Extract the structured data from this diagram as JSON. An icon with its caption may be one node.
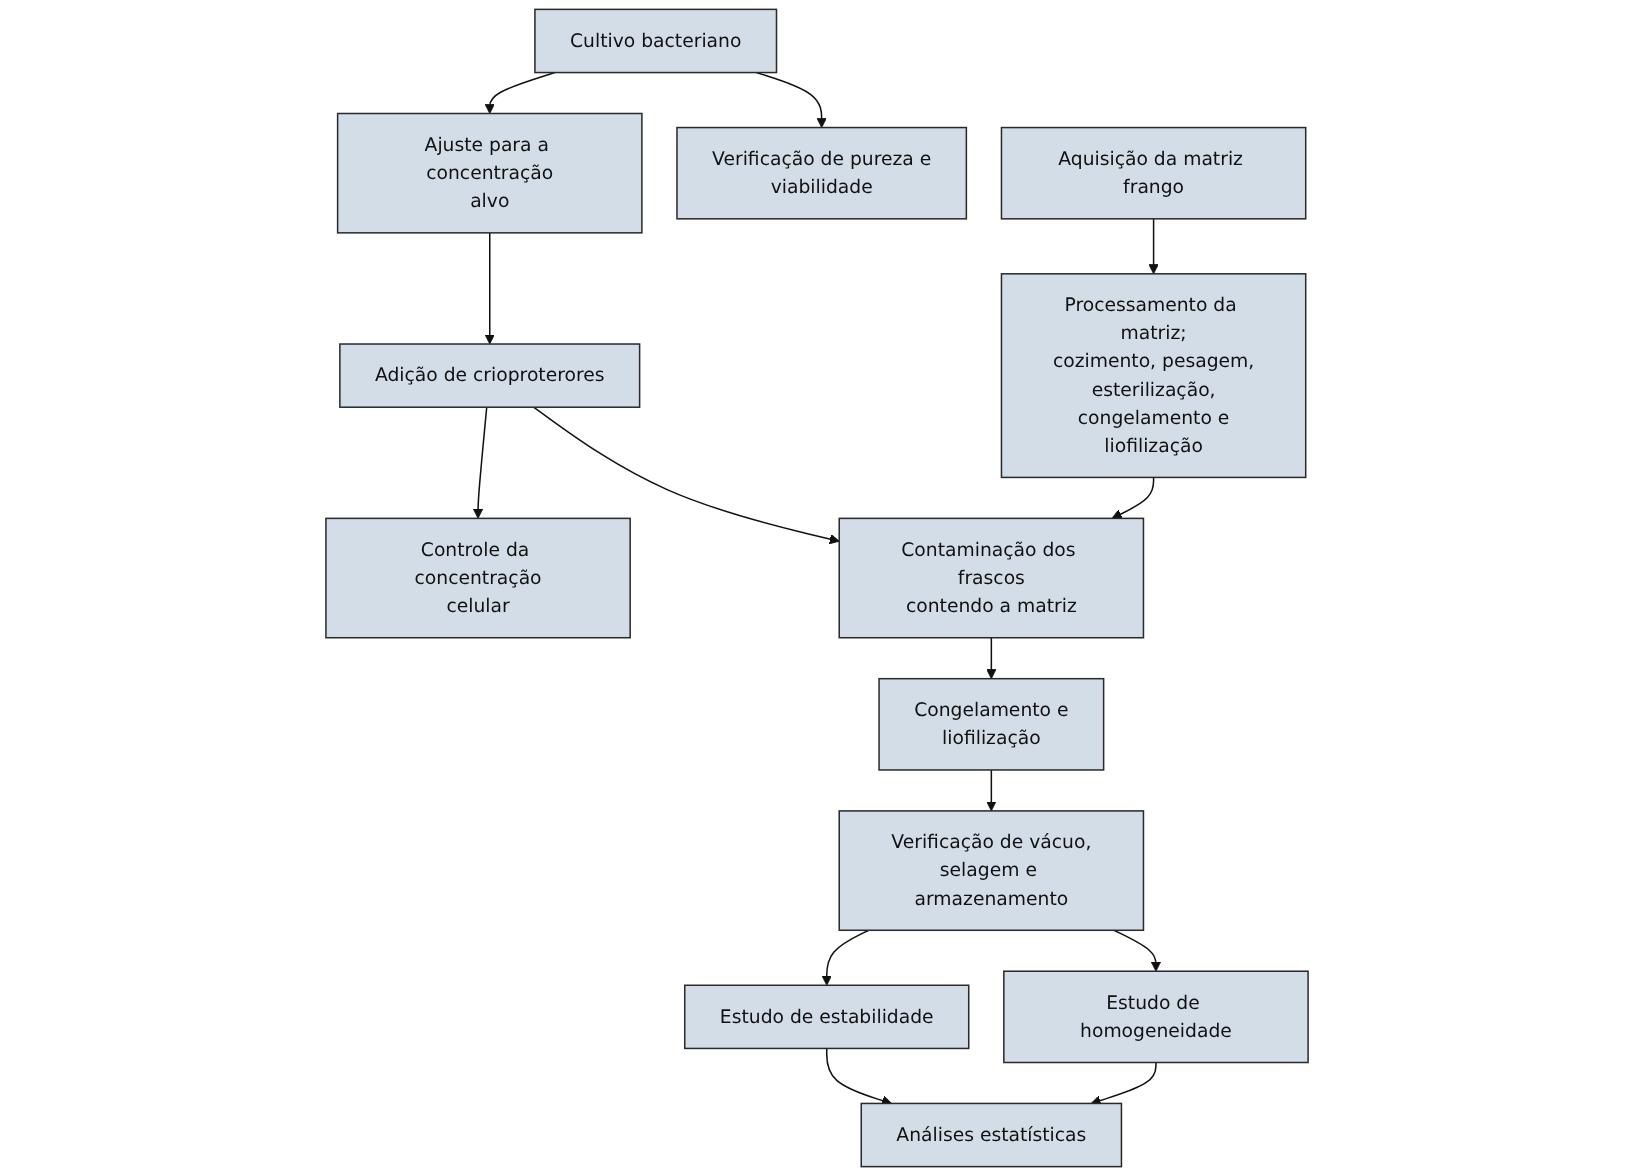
{
  "diagram": {
    "nodes": [
      {
        "text": [
          "Aquisição da matriz frango"
        ]
      },
      {
        "text": [
          "Processamento da matriz; cozimento, pesagem, esterilização, congelamento e liofilização"
        ]
      },
      {
        "text": [
          "Cultivo bacteriano"
        ]
      },
      {
        "text": [
          "Verificação de pureza e viabilidade"
        ]
      },
      {
        "text": [
          "Ajuste para a concentração alvo"
        ]
      },
      {
        "text": [
          "Adição de crioproterores"
        ]
      },
      {
        "text": [
          "Controle da concentração celular"
        ]
      },
      {
        "text": [
          "Contaminação dos frascos contendo a matriz"
        ]
      },
      {
        "text": [
          "Congelamento e liofilização"
        ]
      },
      {
        "text": [
          "Verificação de vácuo, selagem e armazenamento"
        ]
      },
      {
        "text": [
          "Estudo de homogeneidade"
        ]
      },
      {
        "text": [
          "Estudo de estabilidade"
        ]
      },
      {
        "text": [
          "Análises estatísticas"
        ]
      }
    ],
    "edges": [
      {
        "from": 0,
        "to": 1,
        "arrow": "to"
      },
      {
        "from": 1,
        "to": 7,
        "arrow": "to"
      },
      {
        "from": 2,
        "to": 3,
        "arrow": "to"
      },
      {
        "from": 2,
        "to": 4,
        "arrow": "to"
      },
      {
        "from": 4,
        "to": 5,
        "arrow": "to"
      },
      {
        "from": 5,
        "to": 6,
        "arrow": "to"
      },
      {
        "from": 5,
        "to": 7,
        "arrow": "to"
      },
      {
        "from": 7,
        "to": 8,
        "arrow": "to"
      },
      {
        "from": 8,
        "to": 9,
        "arrow": "to"
      },
      {
        "from": 9,
        "to": 10,
        "arrow": "to"
      },
      {
        "from": 9,
        "to": 11,
        "arrow": "to"
      },
      {
        "from": 10,
        "to": 12,
        "arrow": "to"
      },
      {
        "from": 11,
        "to": 12,
        "arrow": "to"
      }
    ]
  }
}
